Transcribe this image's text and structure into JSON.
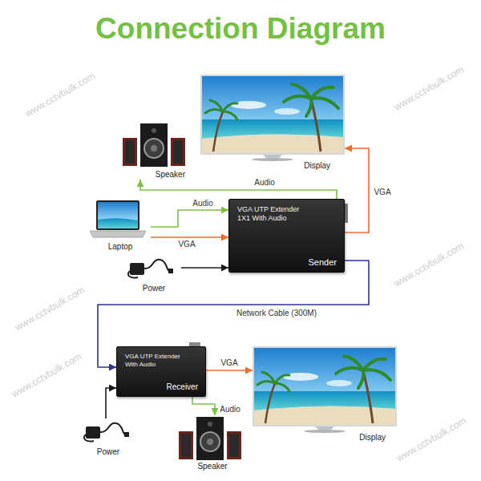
{
  "diagram": {
    "title": "Connection Diagram",
    "nodes": [
      {
        "text": [
          "Display"
        ]
      },
      {
        "text": [
          "Speaker"
        ]
      },
      {
        "text": [
          "Laptop"
        ]
      },
      {
        "text": [
          "VGA UTP Extender 1X1 With Audio",
          "Sender"
        ]
      },
      {
        "text": [
          "Power"
        ]
      },
      {
        "text": [
          "VGA UTP Extender With Audio",
          "Receiver"
        ]
      },
      {
        "text": [
          "Display"
        ]
      },
      {
        "text": [
          "Speaker"
        ]
      },
      {
        "text": [
          "Power"
        ]
      }
    ],
    "edges": [
      {
        "from": 2,
        "to": 3,
        "label": "Audio",
        "arrow": "to"
      },
      {
        "from": 2,
        "to": 3,
        "label": "VGA",
        "arrow": "to"
      },
      {
        "from": 3,
        "to": 1,
        "label": "Audio",
        "arrow": "to"
      },
      {
        "from": 3,
        "to": 0,
        "label": "VGA",
        "arrow": "to"
      },
      {
        "from": 4,
        "to": 3,
        "arrow": "to"
      },
      {
        "from": 3,
        "to": 5,
        "label": "Network Cable (300M)",
        "arrow": "to"
      },
      {
        "from": 8,
        "to": 5,
        "arrow": "to"
      },
      {
        "from": 5,
        "to": 6,
        "label": "VGA",
        "arrow": "to"
      },
      {
        "from": 5,
        "to": 7,
        "label": "Audio",
        "arrow": "to"
      }
    ],
    "labels": [
      "www.cctvbulk.com",
      "www.cctvbulk.com",
      "www.cctvbulk.com",
      "www.cctvbulk.com",
      "www.cctvbulk.com",
      "www.cctvbulk.com"
    ]
  }
}
